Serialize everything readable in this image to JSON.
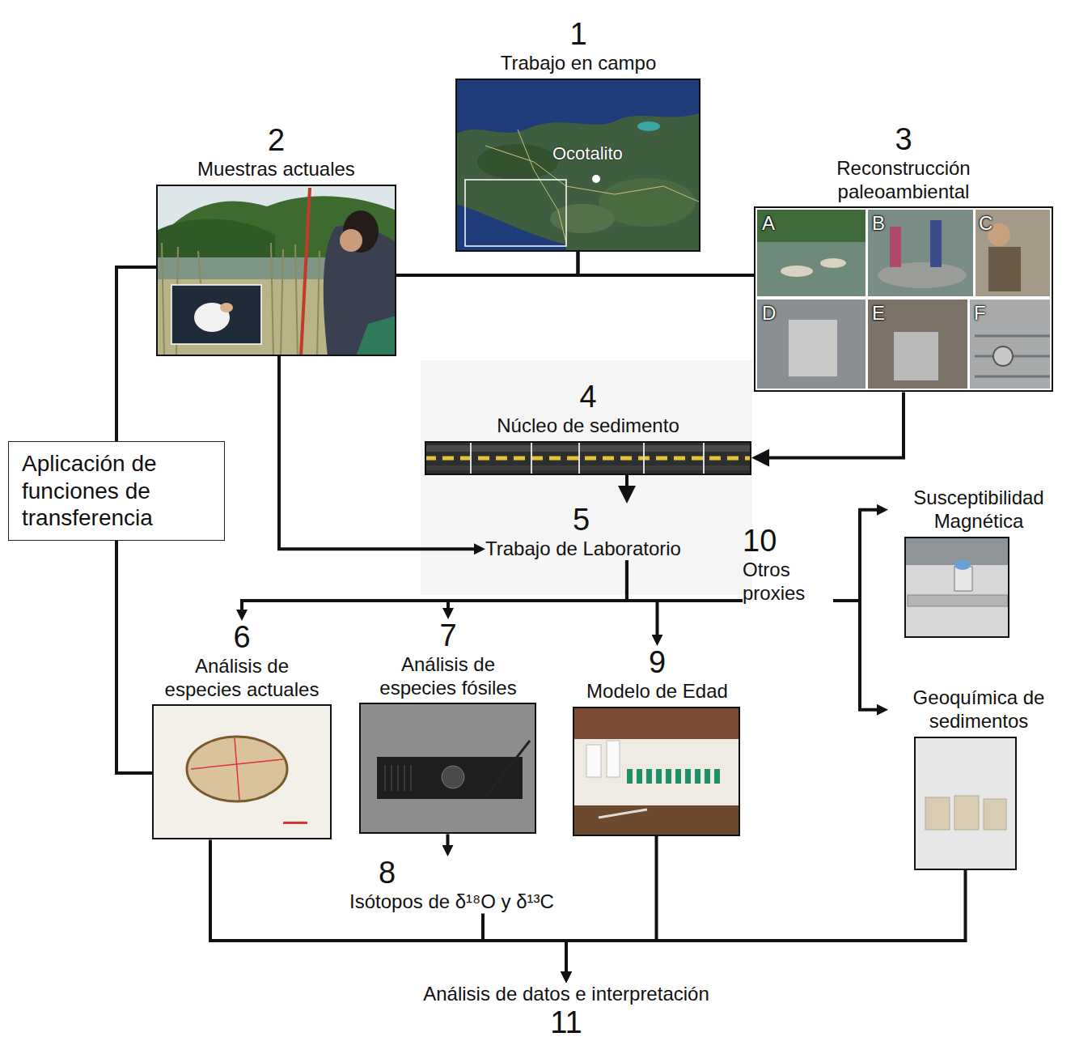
{
  "diagram": {
    "nodes": [
      {
        "text": [
          "1",
          "Trabajo en campo",
          "Ocotalito"
        ]
      },
      {
        "text": [
          "2",
          "Muestras actuales"
        ]
      },
      {
        "text": [
          "3",
          "Reconstrucción paleoambiental"
        ]
      },
      {
        "text": [
          "4",
          "Núcleo de sedimento"
        ]
      },
      {
        "text": [
          "5",
          "Trabajo de Laboratorio"
        ]
      },
      {
        "text": [
          "6",
          "Análisis de especies actuales"
        ]
      },
      {
        "text": [
          "7",
          "Análisis de especies fósiles"
        ]
      },
      {
        "text": [
          "9",
          "Modelo de Edad"
        ]
      },
      {
        "text": [
          "10",
          "Otros proxies"
        ]
      },
      {
        "text": [
          "Susceptibilidad Magnética"
        ]
      },
      {
        "text": [
          "Geoquímica de sedimentos"
        ]
      },
      {
        "text": [
          "8",
          "Isótopos de δ¹⁸O y δ¹³C"
        ]
      },
      {
        "text": [
          "Análisis de datos e interpretación",
          "11"
        ]
      },
      {
        "text": [
          "Aplicación de funciones de transferencia"
        ]
      }
    ],
    "edges": [
      {
        "from": 0,
        "to": 1,
        "arrow": "none"
      },
      {
        "from": 0,
        "to": 2,
        "arrow": "none"
      },
      {
        "from": 2,
        "to": 3,
        "arrow": "to"
      },
      {
        "from": 1,
        "to": 4,
        "arrow": "to"
      },
      {
        "from": 3,
        "to": 4,
        "arrow": "to"
      },
      {
        "from": 4,
        "to": 5,
        "arrow": "to"
      },
      {
        "from": 4,
        "to": 6,
        "arrow": "to"
      },
      {
        "from": 4,
        "to": 7,
        "arrow": "to"
      },
      {
        "from": 4,
        "to": 8,
        "arrow": "none"
      },
      {
        "from": 8,
        "to": 9,
        "arrow": "to"
      },
      {
        "from": 8,
        "to": 10,
        "arrow": "to"
      },
      {
        "from": 6,
        "to": 11,
        "arrow": "to"
      },
      {
        "from": 5,
        "to": 12,
        "arrow": "to"
      },
      {
        "from": 11,
        "to": 12,
        "arrow": "to"
      },
      {
        "from": 7,
        "to": 12,
        "arrow": "to"
      },
      {
        "from": 10,
        "to": 12,
        "arrow": "to"
      },
      {
        "from": 13,
        "to": 1,
        "arrow": "none"
      },
      {
        "from": 13,
        "to": 5,
        "arrow": "none"
      }
    ],
    "labels": [
      "A",
      "B",
      "C",
      "D",
      "E",
      "F"
    ]
  }
}
